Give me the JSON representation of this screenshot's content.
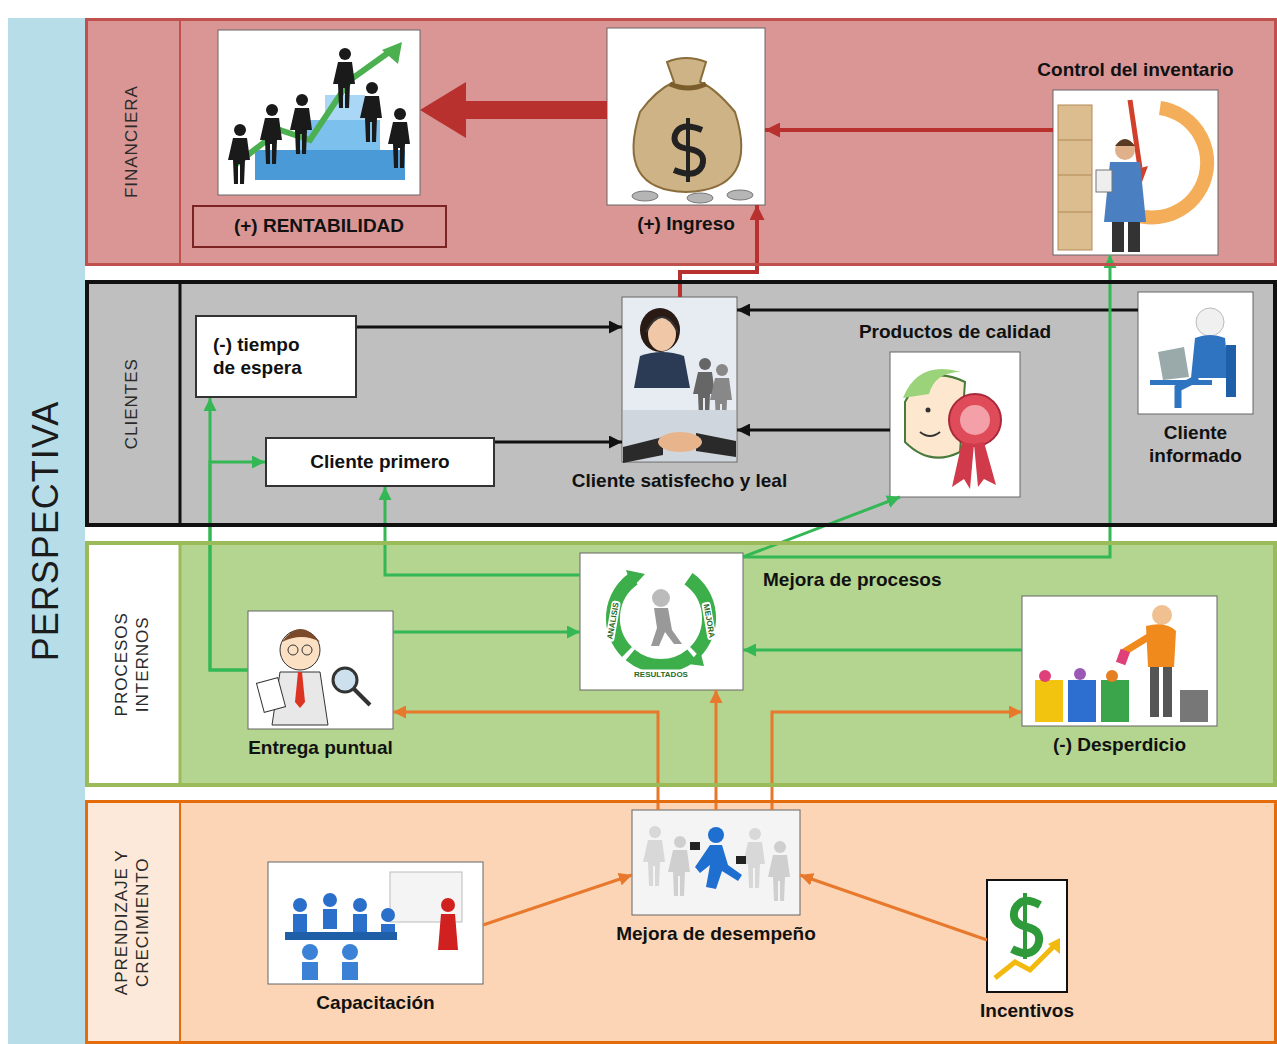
{
  "diagram": {
    "nodes": [
      {
        "text": [
          "PERSPECTIVA"
        ]
      },
      {
        "text": [
          "FINANCIERA"
        ]
      },
      {
        "text": [
          "(+) RENTABILIDAD"
        ],
        "in": 1
      },
      {
        "text": [
          "(+) Ingreso"
        ],
        "in": 1
      },
      {
        "text": [
          "Control del inventario"
        ],
        "in": 1
      },
      {
        "text": [
          "CLIENTES"
        ]
      },
      {
        "text": [
          "(-) tiempo de espera"
        ],
        "in": 5
      },
      {
        "text": [
          "Cliente satisfecho y leal"
        ],
        "in": 5
      },
      {
        "text": [
          "Productos de calidad"
        ],
        "in": 5
      },
      {
        "text": [
          "Cliente informado"
        ],
        "in": 5
      },
      {
        "text": [
          "Cliente primero"
        ],
        "in": 5
      },
      {
        "text": [
          "PROCESOS INTERNOS"
        ]
      },
      {
        "text": [
          "Mejora de procesos"
        ],
        "in": 11
      },
      {
        "text": [
          "Entrega puntual"
        ],
        "in": 11
      },
      {
        "text": [
          "(-) Desperdicio"
        ],
        "in": 11
      },
      {
        "text": [
          "APRENDIZAJE Y CRECIMIENTO"
        ]
      },
      {
        "text": [
          "Mejora de desempeño"
        ],
        "in": 15
      },
      {
        "text": [
          "Capacitación"
        ],
        "in": 15
      },
      {
        "text": [
          "Incentivos"
        ],
        "in": 15
      }
    ],
    "edges": [
      {
        "from": 3,
        "to": 2,
        "arrow": "to"
      },
      {
        "from": 4,
        "to": 3,
        "arrow": "to"
      },
      {
        "from": 7,
        "to": 3,
        "arrow": "to"
      },
      {
        "from": 6,
        "to": 7,
        "arrow": "to"
      },
      {
        "from": 10,
        "to": 7,
        "arrow": "to"
      },
      {
        "from": 8,
        "to": 7,
        "arrow": "to"
      },
      {
        "from": 9,
        "to": 7,
        "arrow": "to"
      },
      {
        "from": 12,
        "to": 10,
        "arrow": "to"
      },
      {
        "from": 12,
        "to": 8,
        "arrow": "to"
      },
      {
        "from": 12,
        "to": 4,
        "arrow": "to"
      },
      {
        "from": 13,
        "to": 6,
        "arrow": "to"
      },
      {
        "from": 13,
        "to": 10,
        "arrow": "to"
      },
      {
        "from": 13,
        "to": 12,
        "arrow": "to"
      },
      {
        "from": 14,
        "to": 12,
        "arrow": "to"
      },
      {
        "from": 16,
        "to": 13,
        "arrow": "to"
      },
      {
        "from": 16,
        "to": 12,
        "arrow": "to"
      },
      {
        "from": 16,
        "to": 14,
        "arrow": "to"
      },
      {
        "from": 17,
        "to": 16,
        "arrow": "to"
      },
      {
        "from": 18,
        "to": 16,
        "arrow": "to"
      }
    ],
    "labels": [
      "ANALISIS",
      "MEJORA",
      "RESULTADOS"
    ]
  }
}
